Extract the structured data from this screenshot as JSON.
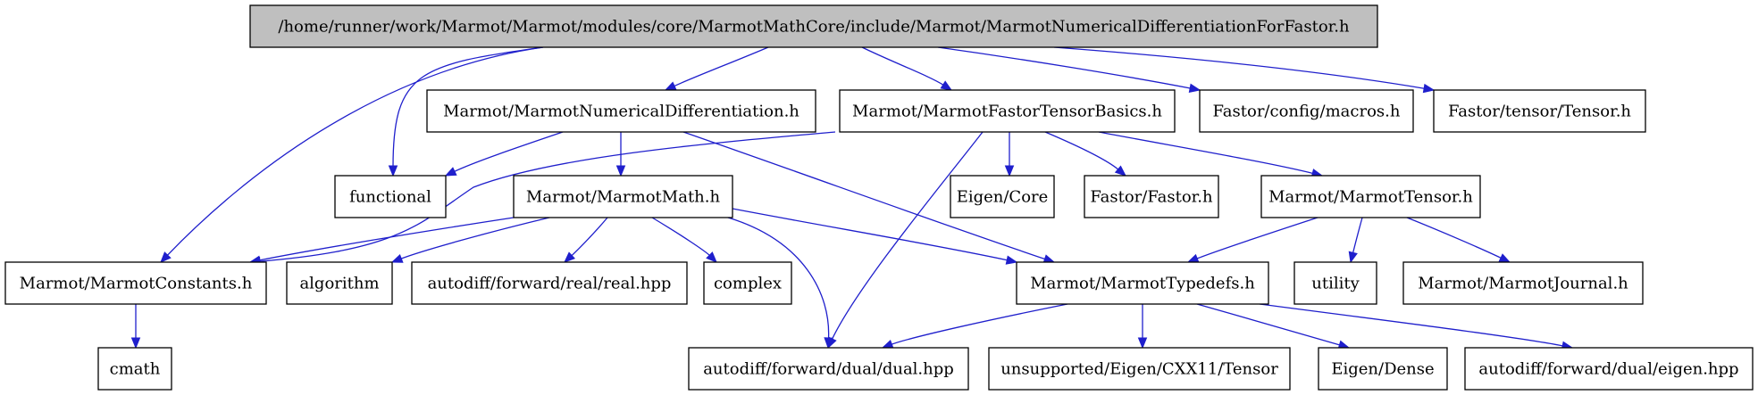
{
  "nodes": [
    {
      "id": "root",
      "label": "/home/runner/work/Marmot/Marmot/modules/core/MarmotMathCore/include/Marmot/MarmotNumericalDifferentiationForFastor.h"
    },
    {
      "id": "numdiff",
      "label": "Marmot/MarmotNumericalDifferentiation.h"
    },
    {
      "id": "fastorbasics",
      "label": "Marmot/MarmotFastorTensorBasics.h"
    },
    {
      "id": "macros",
      "label": "Fastor/config/macros.h"
    },
    {
      "id": "tensorh",
      "label": "Fastor/tensor/Tensor.h"
    },
    {
      "id": "functional",
      "label": "functional"
    },
    {
      "id": "marmotmath",
      "label": "Marmot/MarmotMath.h"
    },
    {
      "id": "eigencore",
      "label": "Eigen/Core"
    },
    {
      "id": "fastorfastor",
      "label": "Fastor/Fastor.h"
    },
    {
      "id": "marmottensor",
      "label": "Marmot/MarmotTensor.h"
    },
    {
      "id": "constants",
      "label": "Marmot/MarmotConstants.h"
    },
    {
      "id": "algorithm",
      "label": "algorithm"
    },
    {
      "id": "real",
      "label": "autodiff/forward/real/real.hpp"
    },
    {
      "id": "complex",
      "label": "complex"
    },
    {
      "id": "typedefs",
      "label": "Marmot/MarmotTypedefs.h"
    },
    {
      "id": "utility",
      "label": "utility"
    },
    {
      "id": "journal",
      "label": "Marmot/MarmotJournal.h"
    },
    {
      "id": "cmath",
      "label": "cmath"
    },
    {
      "id": "dual",
      "label": "autodiff/forward/dual/dual.hpp"
    },
    {
      "id": "cxx11",
      "label": "unsupported/Eigen/CXX11/Tensor"
    },
    {
      "id": "dense",
      "label": "Eigen/Dense"
    },
    {
      "id": "eigenhpp",
      "label": "autodiff/forward/dual/eigen.hpp"
    }
  ],
  "edges": [
    {
      "from": "root",
      "to": "constants"
    },
    {
      "from": "root",
      "to": "functional"
    },
    {
      "from": "root",
      "to": "numdiff"
    },
    {
      "from": "root",
      "to": "fastorbasics"
    },
    {
      "from": "root",
      "to": "macros"
    },
    {
      "from": "root",
      "to": "tensorh"
    },
    {
      "from": "numdiff",
      "to": "functional"
    },
    {
      "from": "numdiff",
      "to": "marmotmath"
    },
    {
      "from": "numdiff",
      "to": "typedefs"
    },
    {
      "from": "fastorbasics",
      "to": "constants"
    },
    {
      "from": "fastorbasics",
      "to": "dual"
    },
    {
      "from": "fastorbasics",
      "to": "eigencore"
    },
    {
      "from": "fastorbasics",
      "to": "fastorfastor"
    },
    {
      "from": "fastorbasics",
      "to": "marmottensor"
    },
    {
      "from": "marmotmath",
      "to": "constants"
    },
    {
      "from": "marmotmath",
      "to": "algorithm"
    },
    {
      "from": "marmotmath",
      "to": "real"
    },
    {
      "from": "marmotmath",
      "to": "complex"
    },
    {
      "from": "marmotmath",
      "to": "dual"
    },
    {
      "from": "marmotmath",
      "to": "typedefs"
    },
    {
      "from": "marmottensor",
      "to": "typedefs"
    },
    {
      "from": "marmottensor",
      "to": "utility"
    },
    {
      "from": "marmottensor",
      "to": "journal"
    },
    {
      "from": "constants",
      "to": "cmath"
    },
    {
      "from": "typedefs",
      "to": "dual"
    },
    {
      "from": "typedefs",
      "to": "cxx11"
    },
    {
      "from": "typedefs",
      "to": "dense"
    },
    {
      "from": "typedefs",
      "to": "eigenhpp"
    }
  ],
  "colors": {
    "edge": "#1f1fcc",
    "root_fill": "#bfbfbf",
    "node_fill": "#ffffff",
    "border": "#000000"
  }
}
